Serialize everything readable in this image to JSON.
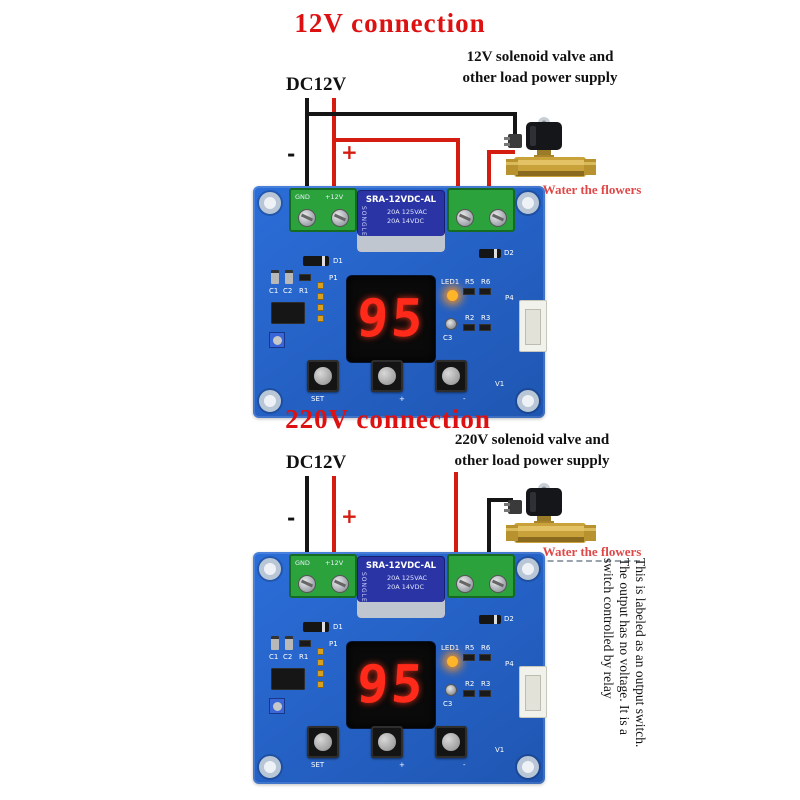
{
  "sections": [
    {
      "title": "12V connection",
      "supply_line1": "12V solenoid valve and",
      "supply_line2": "other load power supply",
      "dc_label": "DC12V",
      "minus": "-",
      "plus": "+",
      "valve_caption": "Water the flowers",
      "display_value": "95"
    },
    {
      "title": "220V connection",
      "supply_line1": "220V solenoid valve and",
      "supply_line2": "other load power supply",
      "dc_label": "DC12V",
      "minus": "-",
      "plus": "+",
      "valve_caption": "Water the flowers",
      "display_value": "95"
    }
  ],
  "board": {
    "terminal_gnd": "GND",
    "terminal_12v": "+12V",
    "relay_model": "SRA-12VDC-AL",
    "relay_spec1": "20A 125VAC",
    "relay_spec2": "20A 14VDC",
    "relay_brand": "SONGLE",
    "led_label": "LED1",
    "btn_set": "SET",
    "btn_plus": "+",
    "btn_minus": "-",
    "label_d1": "D1",
    "label_d2": "D2",
    "label_c1": "C1",
    "label_c2": "C2",
    "label_r1": "R1",
    "label_p1": "P1",
    "label_r5": "R5",
    "label_r6": "R6",
    "label_r2": "R2",
    "label_r3": "R3",
    "label_c3": "C3",
    "label_p4": "P4",
    "label_v1": "V1"
  },
  "note": {
    "line1": "This is labeled as an output switch.",
    "line2": "The output has no voltage. It is a",
    "line3": "switch controlled by relay"
  },
  "colors": {
    "title_red": "#dd1111",
    "wire_red": "#d41c10",
    "caption_red": "#e04848",
    "board_blue": "#2565cc"
  }
}
